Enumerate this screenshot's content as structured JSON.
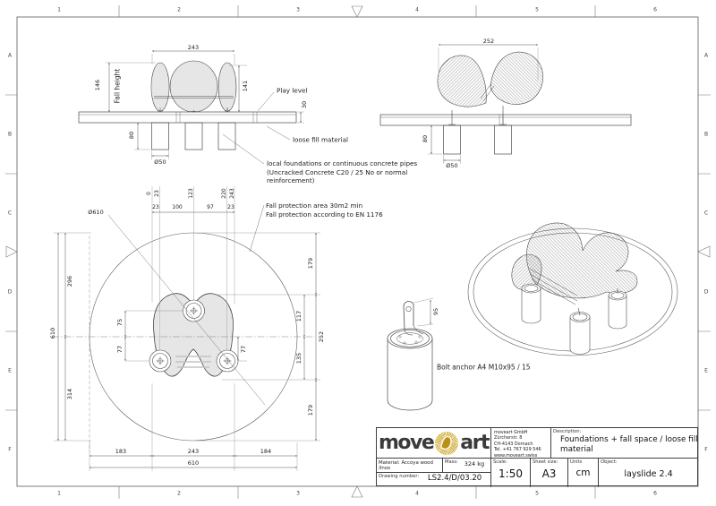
{
  "colors": {
    "gold": "#c79f1e",
    "line": "#555555",
    "paper": "#ffffff"
  },
  "sheet": {
    "cols": [
      "1",
      "2",
      "3",
      "4",
      "5",
      "6"
    ],
    "rows": [
      "A",
      "B",
      "C",
      "D",
      "E",
      "F"
    ]
  },
  "front_view": {
    "dim_width": "243",
    "dim_fall_height": "146",
    "label_fall_height": "Fall height",
    "dim_right_height": "141",
    "dim_deck_thickness": "30",
    "dim_foundation_depth": "80",
    "dim_foundation_dia": "Ø50",
    "label_play_level": "Play level",
    "label_loose_fill": "loose fill material"
  },
  "side_view": {
    "dim_width": "252",
    "dim_foundation_depth": "80",
    "dim_foundation_dia": "Ø50"
  },
  "notes": {
    "foundations": "local foundations or continuous concrete pipes\n(Uncracked Concrete C20 / 25 No or normal\nreinforcement)",
    "fall_line1": "Fall protection area 30m2 min",
    "fall_line2": "Fall protection according to EN 1176"
  },
  "plan_view": {
    "dia_label": "Ø610",
    "ordinates": [
      "0",
      "23",
      "123",
      "220",
      "243"
    ],
    "chain": [
      "23",
      "100",
      "97",
      "23"
    ],
    "left_total": "610",
    "left_upper": "296",
    "left_lower": "314",
    "inner_upper": "75",
    "inner_lower": "77",
    "inner_right": "77",
    "right_outer_top": "179",
    "right_inner_top": "117",
    "right_middle": "252",
    "right_inner_bottom": "135",
    "right_outer_bottom": "179",
    "bottom_left": "183",
    "bottom_center": "243",
    "bottom_right": "184",
    "bottom_total": "610"
  },
  "detail": {
    "dim": "95",
    "label": "Bolt anchor A4 M10x95 / 15"
  },
  "title_block": {
    "logo_word1": "move",
    "logo_word2": "art",
    "company": "moveart GmbH\nZürcherstr. 8\nCH-4143 Dornach\nTel. +41 767 929 546\nwww.moveart.swiss",
    "description_label": "Description:",
    "description": "Foundations + fall space / loose fill\nmaterial",
    "material_label": "Material:",
    "material": "Accoya wood /Inox",
    "mass_label": "Mass:",
    "mass": "324 kg",
    "drawing_number_label": "Drawing number:",
    "drawing_number": "LS2.4/D/03.20",
    "scale_label": "Scale:",
    "scale": "1:50",
    "sheet_size_label": "Sheet size:",
    "sheet_size": "A3",
    "units_label": "Units",
    "units": "cm",
    "object_label": "Object:",
    "object": "layslide 2.4"
  }
}
